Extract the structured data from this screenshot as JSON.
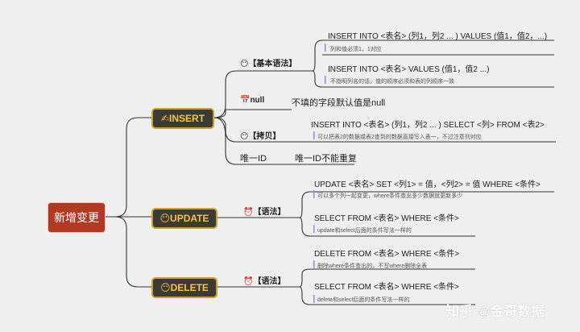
{
  "root": {
    "label": "新增变更"
  },
  "insert": {
    "title": "✍INSERT",
    "syntax": {
      "label": "😶【基本语法】",
      "items": [
        {
          "statement": "INSERT INTO <表名> (列1，列2 ... ) VALUES (值1，值2，...)",
          "note": "列和值必须1，1对应"
        },
        {
          "statement": "INSERT INTO <表名> VALUES (值1，值2 ...)",
          "note": "不指明列名的话，值的顺序必须和表的列顺序一致"
        }
      ]
    },
    "null": {
      "label": "📅null",
      "desc": "不填的字段默认值是null"
    },
    "copy": {
      "label": "😶【拷贝】",
      "statement": "INSERT INTO <表名> (列1，列2 ... ) SELECT <列> FROM <表2>",
      "note": "可以把表2的数据或表2查到的数据直接写入表一，不过注意列对应"
    },
    "unique": {
      "label": "唯一ID",
      "desc": "唯一ID不能重复"
    }
  },
  "update": {
    "title": "😶UPDATE",
    "syntax": {
      "label": "⏰【语法】",
      "items": [
        {
          "statement": "UPDATE <表名> SET <列1> = 值，<列2> = 值 WHERE <条件>",
          "note": "可以多个列一起变更，where条件查出多少数据就更新多少"
        },
        {
          "statement": "SELECT FROM <表名>  WHERE <条件>",
          "note": "update和select后面的条件写法一样的"
        }
      ]
    }
  },
  "delete": {
    "title": "😶DELETE",
    "syntax": {
      "label": "⏰【语法】",
      "items": [
        {
          "statement": "DELETE FROM <表名>  WHERE <条件>",
          "note": "删除where条件查出的，不写where删除全表"
        },
        {
          "statement": "SELECT FROM <表名>  WHERE <条件>",
          "note": "delete和select后面的条件写法一样的"
        }
      ]
    }
  },
  "watermark": "知乎 @金哥数据",
  "colors": {
    "root": "#b23a22",
    "category": "#3b3a34",
    "category_border": "#c9a227",
    "category_text": "#f5c542",
    "line": "#333333"
  }
}
